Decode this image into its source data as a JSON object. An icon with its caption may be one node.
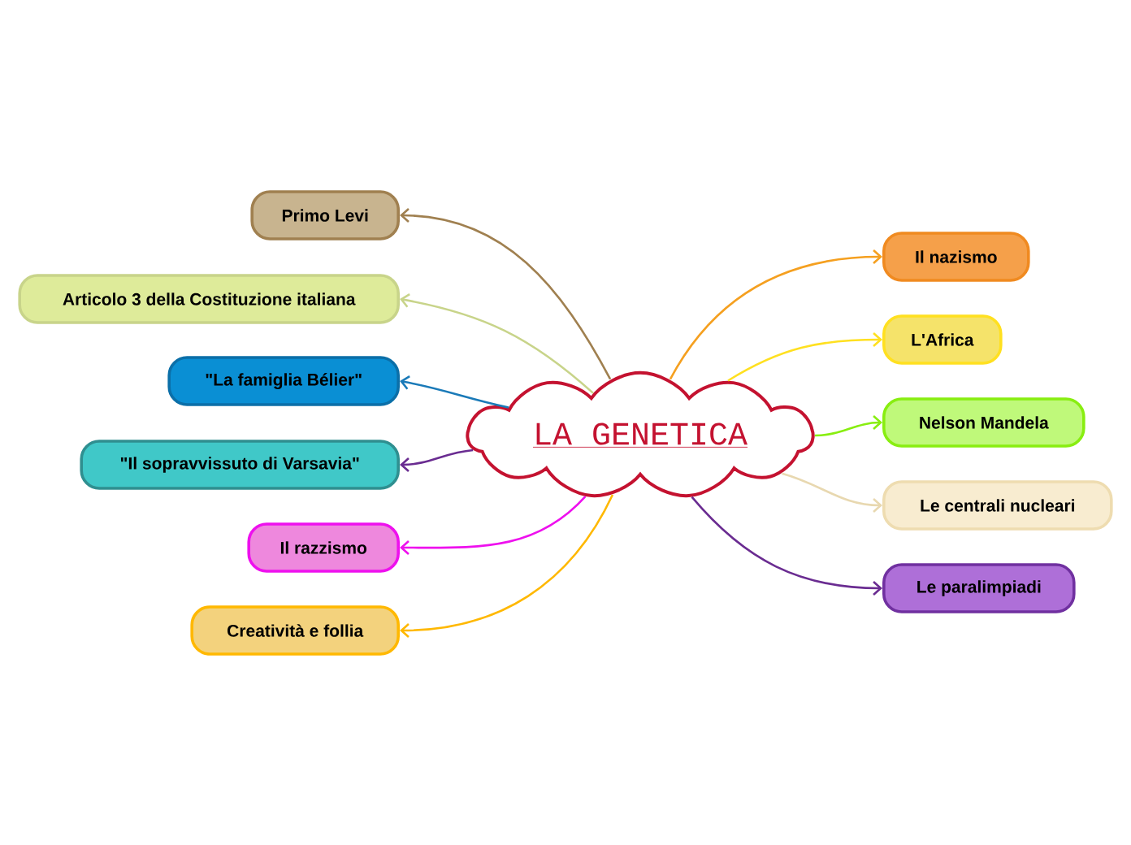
{
  "diagram": {
    "nodes": [
      {
        "text": [
          "LA GENETICA"
        ]
      },
      {
        "text": [
          "Primo Levi"
        ]
      },
      {
        "text": [
          "Articolo 3 della Costituzione italiana"
        ]
      },
      {
        "text": [
          "\"La famiglia Bélier\""
        ]
      },
      {
        "text": [
          "\"Il sopravvissuto di Varsavia\""
        ]
      },
      {
        "text": [
          "Il razzismo"
        ]
      },
      {
        "text": [
          "Creatività e follia"
        ]
      },
      {
        "text": [
          "Il nazismo"
        ]
      },
      {
        "text": [
          "L'Africa"
        ]
      },
      {
        "text": [
          "Nelson Mandela"
        ]
      },
      {
        "text": [
          "Le centrali nucleari"
        ]
      },
      {
        "text": [
          "Le paralimpiadi"
        ]
      }
    ],
    "edges": [
      {
        "from": 0,
        "to": 1,
        "arrow": "to",
        "color": "#a08050"
      },
      {
        "from": 0,
        "to": 2,
        "arrow": "to",
        "color": "#c8d48a"
      },
      {
        "from": 0,
        "to": 3,
        "arrow": "to",
        "color": "#1a7ab8"
      },
      {
        "from": 0,
        "to": 4,
        "arrow": "to",
        "color": "#6a2c91"
      },
      {
        "from": 0,
        "to": 5,
        "arrow": "to",
        "color": "#ee10ee"
      },
      {
        "from": 0,
        "to": 6,
        "arrow": "to",
        "color": "#ffb800"
      },
      {
        "from": 0,
        "to": 7,
        "arrow": "to",
        "color": "#f5a020"
      },
      {
        "from": 0,
        "to": 8,
        "arrow": "to",
        "color": "#ffe020"
      },
      {
        "from": 0,
        "to": 9,
        "arrow": "to",
        "color": "#88ee10"
      },
      {
        "from": 0,
        "to": 10,
        "arrow": "to",
        "color": "#e8d8b0"
      },
      {
        "from": 0,
        "to": 11,
        "arrow": "to",
        "color": "#6a2c91"
      }
    ]
  }
}
